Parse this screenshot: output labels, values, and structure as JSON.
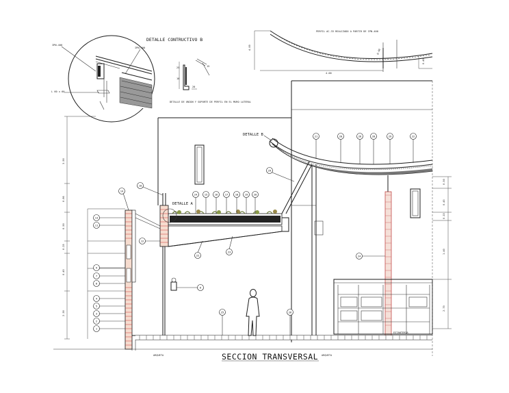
{
  "drawing": {
    "title": "SECCION  TRANSVERSAL",
    "detail_title": "DETALLE CONTRUCTIVO B",
    "detail_b_label": "DETALLE B",
    "detail_a_label": "DETALLE A",
    "profile_note": "PERFIL AC-33 REALIZADO A PARTIR DE IPN-400",
    "shelf_label": "ESTANTERIA",
    "arqueta_left": "ARQUETA",
    "arqueta_right": "ARQUETA",
    "ipn_small": "IPN-400",
    "ipn_small_2": "IPN-400",
    "angle_label": "L 60 x 60",
    "joint_note": "DETALLE DE UNION Y SOPORTE DE PERFIL EN EL MURO LATERAL",
    "arc_dim": "4.00",
    "rise_dim": "0.40",
    "span_dim": "4.00",
    "gap_dim": "0.40",
    "small_dims": [
      "25",
      "10",
      "20",
      "15"
    ],
    "left_dims": [
      "3.50",
      "0.86",
      "0.50",
      "0.25",
      "0.45",
      "2.30"
    ],
    "right_dims": [
      "0.50",
      "0.45",
      "0.15",
      "1.40",
      "2.70"
    ],
    "callouts": {
      "roof": [
        "21",
        "20",
        "26",
        "28",
        "29",
        "22"
      ],
      "cross": [
        "29"
      ],
      "beam": [
        "24",
        "15",
        "16",
        "17",
        "18",
        "19",
        "20"
      ],
      "parapet": [
        "14",
        "10"
      ],
      "wall_upper": [
        "13",
        "11"
      ],
      "wall_mid": [
        "12"
      ],
      "slab": [
        "22",
        "23"
      ],
      "column": [
        "24"
      ],
      "wall_left": [
        "9",
        "7",
        "8",
        "4",
        "5",
        "3",
        "2",
        "1"
      ],
      "lamp": [
        "6"
      ],
      "floor": [
        "25",
        "26"
      ]
    }
  }
}
